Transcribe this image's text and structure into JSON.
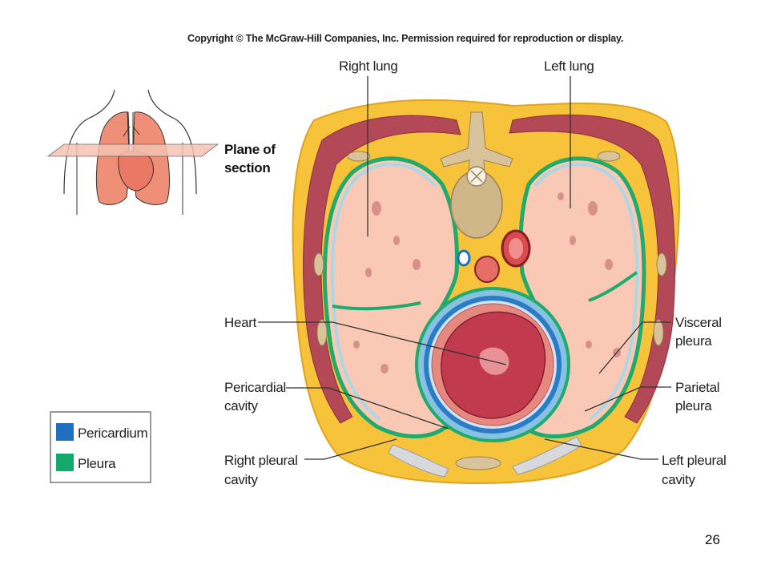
{
  "copyright": "Copyright © The McGraw-Hill Companies, Inc. Permission required for reproduction or display.",
  "labels": {
    "right_lung": "Right lung",
    "left_lung": "Left lung",
    "plane_of_section": [
      "Plane of",
      "section"
    ],
    "heart": "Heart",
    "pericardial_cavity": [
      "Pericardial",
      "cavity"
    ],
    "right_pleural_cavity": [
      "Right pleural",
      "cavity"
    ],
    "visceral_pleura": [
      "Visceral",
      "pleura"
    ],
    "parietal_pleura": [
      "Parietal",
      "pleura"
    ],
    "left_pleural_cavity": [
      "Left pleural",
      "cavity"
    ]
  },
  "legend": [
    {
      "label": "Pericardium",
      "color": "#1f6fc0"
    },
    {
      "label": "Pleura",
      "color": "#12a96a"
    }
  ],
  "slide_number": "26"
}
